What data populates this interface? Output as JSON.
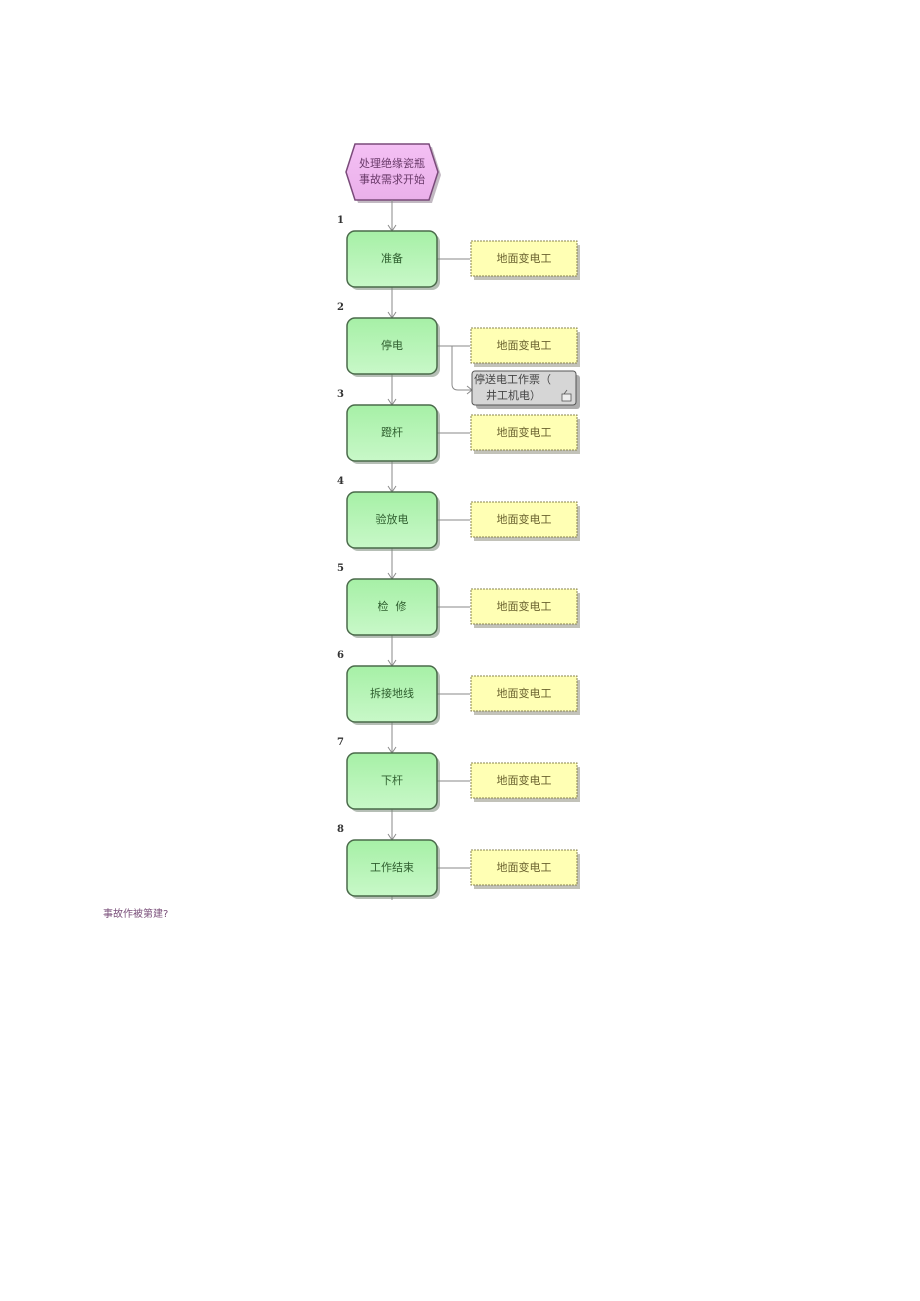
{
  "diagram": {
    "type": "process-flowchart",
    "start_node": {
      "line1": "处理绝缘瓷瓶",
      "line2": "事故需求开始",
      "fill": "#f0b8f0",
      "border": "#8a5a8a"
    },
    "steps": [
      {
        "number": "1",
        "label": "准备",
        "role": "地面变电工"
      },
      {
        "number": "2",
        "label": "停电",
        "role": "地面变电工",
        "document": {
          "line1": "停送电工作票（",
          "line2": "井工机电）"
        }
      },
      {
        "number": "3",
        "label": "蹬杆",
        "role": "地面变电工"
      },
      {
        "number": "4",
        "label": "验放电",
        "role": "地面变电工"
      },
      {
        "number": "5",
        "label": "检  修",
        "role": "地面变电工"
      },
      {
        "number": "6",
        "label": "拆接地线",
        "role": "地面变电工"
      },
      {
        "number": "7",
        "label": "下杆",
        "role": "地面变电工"
      },
      {
        "number": "8",
        "label": "工作结束",
        "role": "地面变电工"
      }
    ],
    "colors": {
      "step_fill": "#b8f5b8",
      "step_border": "#4a6e4a",
      "role_fill": "#ffffb0",
      "role_border": "#8a8450",
      "doc_fill": "#d4d4d4",
      "doc_border": "#666666",
      "connector": "#888888"
    }
  },
  "caption": "事故作被第建?"
}
